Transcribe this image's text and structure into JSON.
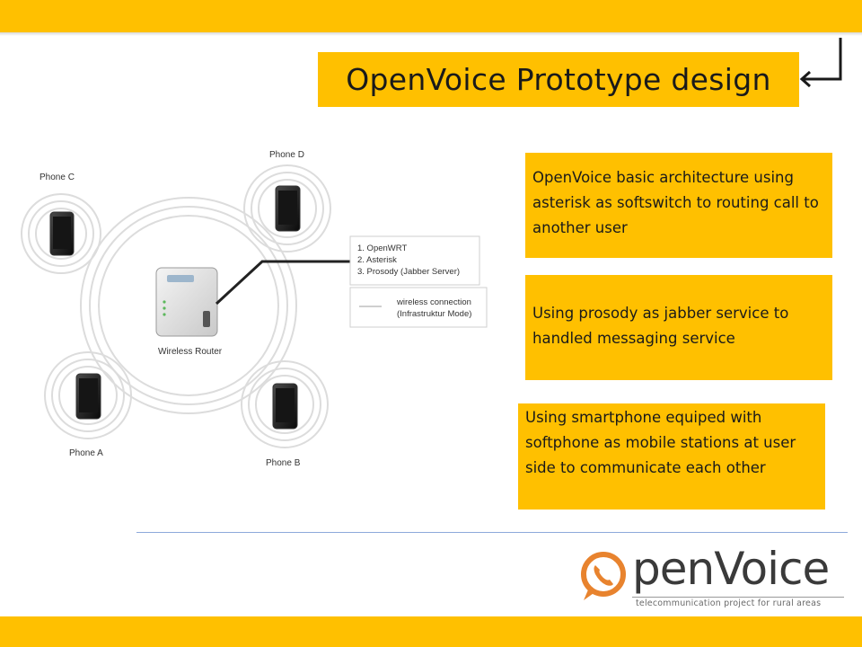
{
  "slide": {
    "title": "OpenVoice Prototype design",
    "accent_color": "#FFC000",
    "divider_color": "#8eaadb"
  },
  "diagram": {
    "router_label": "Wireless Router",
    "phones": [
      {
        "id": "C",
        "label": "Phone C"
      },
      {
        "id": "D",
        "label": "Phone D"
      },
      {
        "id": "A",
        "label": "Phone A"
      },
      {
        "id": "B",
        "label": "Phone B"
      }
    ],
    "router_software": [
      "1. OpenWRT",
      "2. Asterisk",
      "3. Prosody (Jabber Server)"
    ],
    "legend": {
      "line1": "wireless connection",
      "line2": "(Infrastruktur Mode)"
    }
  },
  "info_boxes": [
    {
      "id": "box1",
      "text": "OpenVoice basic architecture using asterisk as softswitch to routing call to another user"
    },
    {
      "id": "box2",
      "text": "Using prosody as jabber service to handled messaging service"
    },
    {
      "id": "box3",
      "text": "Using smartphone equiped with softphone as mobile stations at user side to communicate each other"
    }
  ],
  "logo": {
    "word": "penVoice",
    "tagline": "telecommunication project for rural areas",
    "icon": "phone-bubble-icon"
  },
  "icons": {
    "return": "return-arrow-icon"
  }
}
